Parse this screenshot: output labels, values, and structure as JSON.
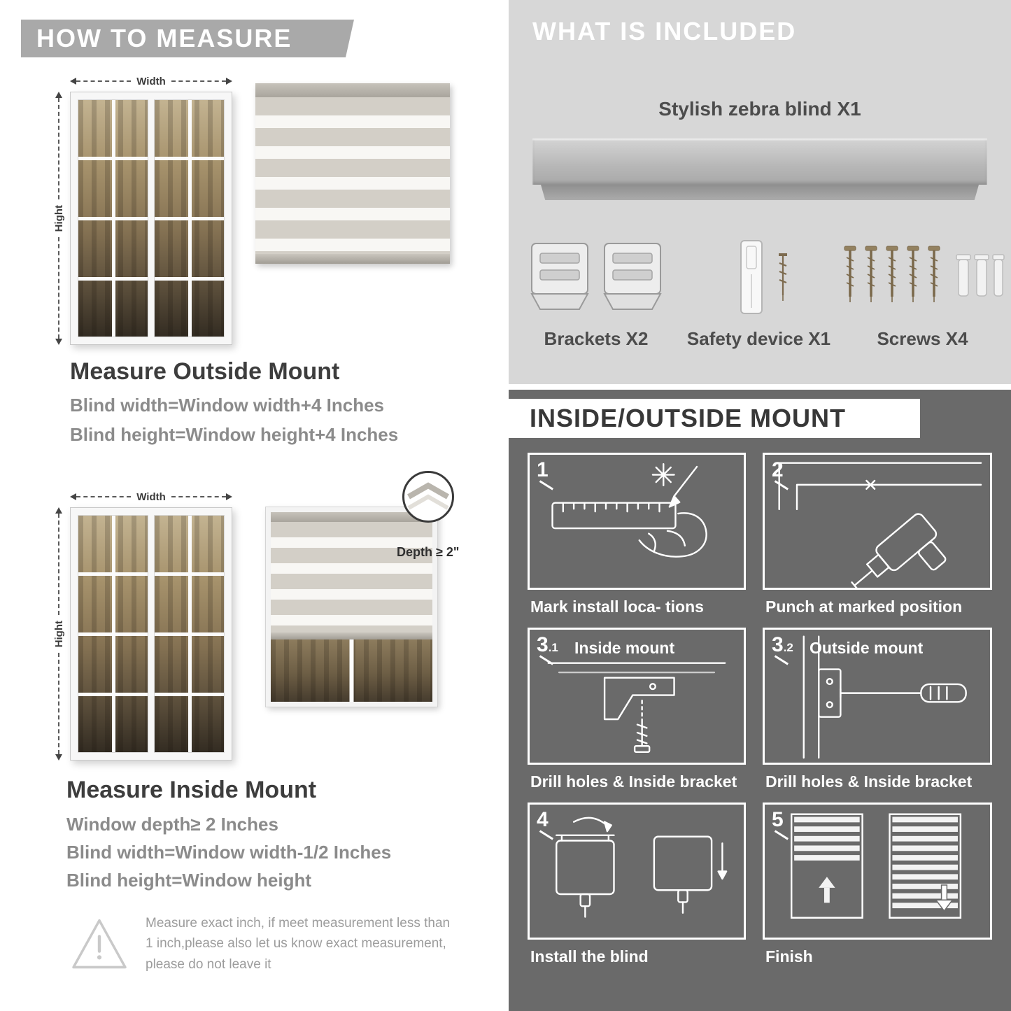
{
  "colors": {
    "banner_gray": "#a9a9a9",
    "included_bg": "#d7d7d7",
    "mount_bg": "#6a6a6a",
    "heading_text": "#3d3d3d",
    "formula_text": "#8b8b8b"
  },
  "how_to_measure": {
    "header": "HOW TO MEASURE",
    "outside": {
      "width_label": "Width",
      "height_label": "Hight",
      "heading": "Measure Outside Mount",
      "formula_width": "Blind width=Window width+4 Inches",
      "formula_height": "Blind height=Window height+4 Inches"
    },
    "inside": {
      "width_label": "Width",
      "height_label": "Hight",
      "depth_label": "Depth ≥ 2\"",
      "heading": "Measure Inside Mount",
      "depth_line": "Window depth≥ 2 Inches",
      "formula_width": "Blind width=Window width-1/2 Inches",
      "formula_height": "Blind height=Window height"
    },
    "warning_text": "Measure exact inch, if meet measurement less than 1 inch,please also let us know exact measurement, please do not leave it"
  },
  "included": {
    "header": "WHAT IS INCLUDED",
    "blind_label": "Stylish zebra blind X1",
    "items": [
      {
        "label": "Brackets X2",
        "icon": "brackets-icon"
      },
      {
        "label": "Safety device X1",
        "icon": "safety-device-icon"
      },
      {
        "label": "Screws X4",
        "icon": "screws-icon"
      }
    ]
  },
  "mount": {
    "header": "INSIDE/OUTSIDE MOUNT",
    "steps": [
      {
        "num": "1",
        "sub": "",
        "label": "",
        "caption": "Mark install loca- tions",
        "icon": "measure-mark-illustration"
      },
      {
        "num": "2",
        "sub": "",
        "label": "",
        "caption": "Punch at  marked position",
        "icon": "drill-illustration"
      },
      {
        "num": "3",
        "sub": ".1",
        "label": "Inside mount",
        "caption": "Drill holes &  Inside bracket",
        "icon": "inside-bracket-illustration"
      },
      {
        "num": "3",
        "sub": ".2",
        "label": "Outside mount",
        "caption": "Drill holes &  Inside bracket",
        "icon": "outside-bracket-illustration"
      },
      {
        "num": "4",
        "sub": "",
        "label": "",
        "caption": "Install the blind",
        "icon": "install-blind-illustration"
      },
      {
        "num": "5",
        "sub": "",
        "label": "",
        "caption": "Finish",
        "icon": "finish-illustration"
      }
    ]
  }
}
